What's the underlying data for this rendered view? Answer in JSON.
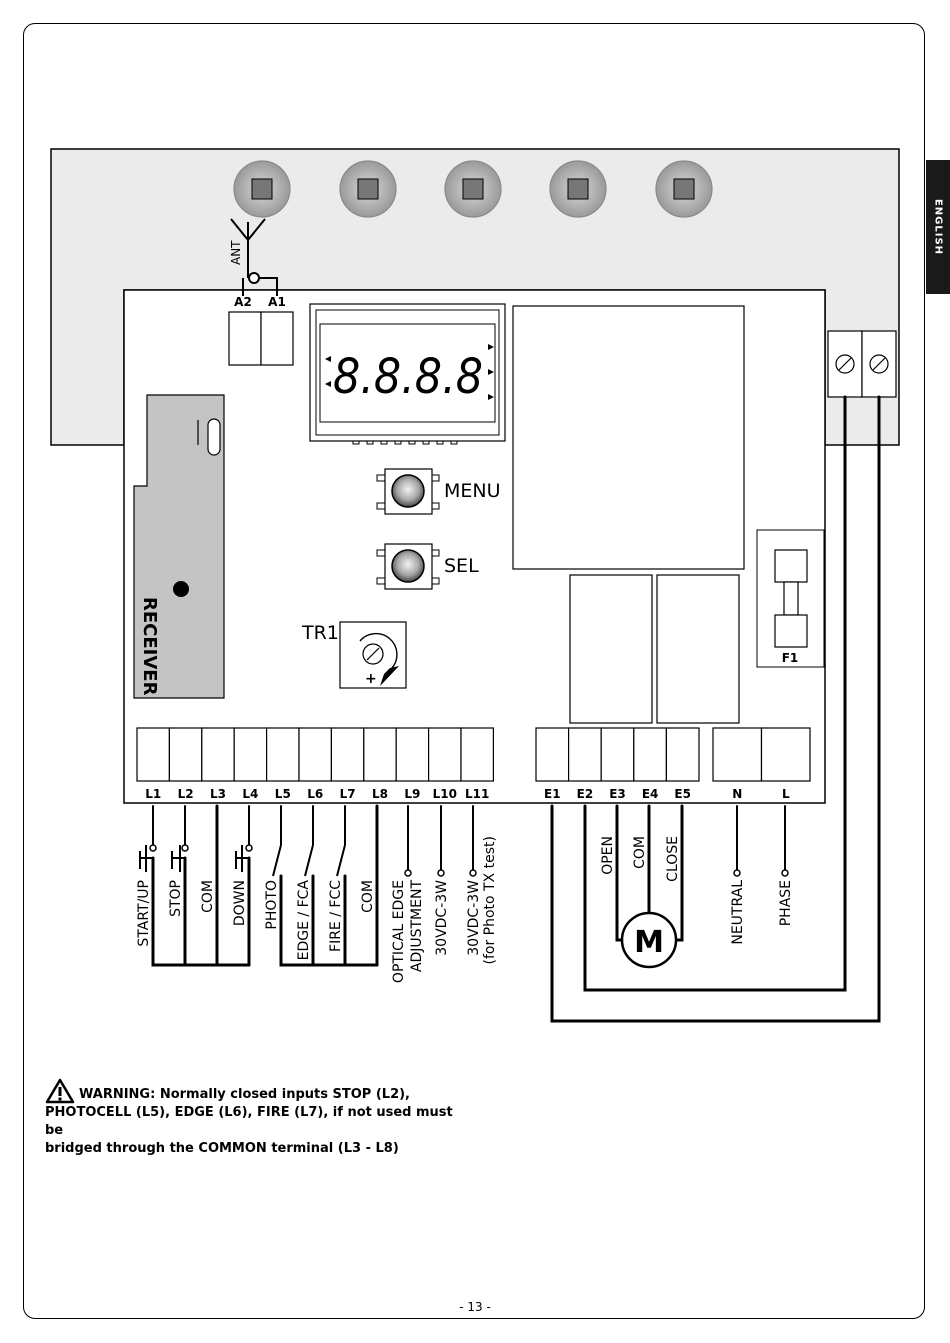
{
  "language_tab": "ENGLISH",
  "antenna": {
    "label": "ANT",
    "terminals": [
      "A2",
      "A1"
    ]
  },
  "display": {
    "digits": "8.8.8.8"
  },
  "buttons": {
    "menu": "MENU",
    "sel": "SEL"
  },
  "trimmer": "TR1",
  "fuse": "F1",
  "receiver": "RECEIVER",
  "terminals_L": [
    "L1",
    "L2",
    "L3",
    "L4",
    "L5",
    "L6",
    "L7",
    "L8",
    "L9",
    "L10",
    "L11"
  ],
  "terminals_E": [
    "E1",
    "E2",
    "E3",
    "E4",
    "E5"
  ],
  "terminals_power": [
    "N",
    "L"
  ],
  "wiring_labels": {
    "start_up": "START/UP",
    "stop": "STOP",
    "com_1": "COM",
    "down": "DOWN",
    "photo": "PHOTO",
    "edge": "EDGE / FCA",
    "fire": "FIRE / FCC",
    "com_2": "COM",
    "optical_edge_1": "OPTICAL EDGE",
    "optical_edge_2": "ADJUSTMENT",
    "power_out": "30VDC-3W",
    "photo_test_1": "30VDC-3W",
    "photo_test_2": "(for Photo TX test)",
    "open": "OPEN",
    "com_motor": "COM",
    "close": "CLOSE",
    "motor": "M",
    "neutral": "NEUTRAL",
    "phase": "PHASE"
  },
  "warning": {
    "lead": "WARNING:",
    "line1": " Normally closed inputs STOP (L2),",
    "line2": "PHOTOCELL (L5), EDGE (L6), FIRE (L7), if not used must be",
    "line3": "bridged through the COMMON terminal (L3 - L8)"
  },
  "page_number": "- 13 -",
  "colors": {
    "housing": "#ebebeb",
    "receiver": "#c4c4c4",
    "tab": "#1a1a1a"
  }
}
